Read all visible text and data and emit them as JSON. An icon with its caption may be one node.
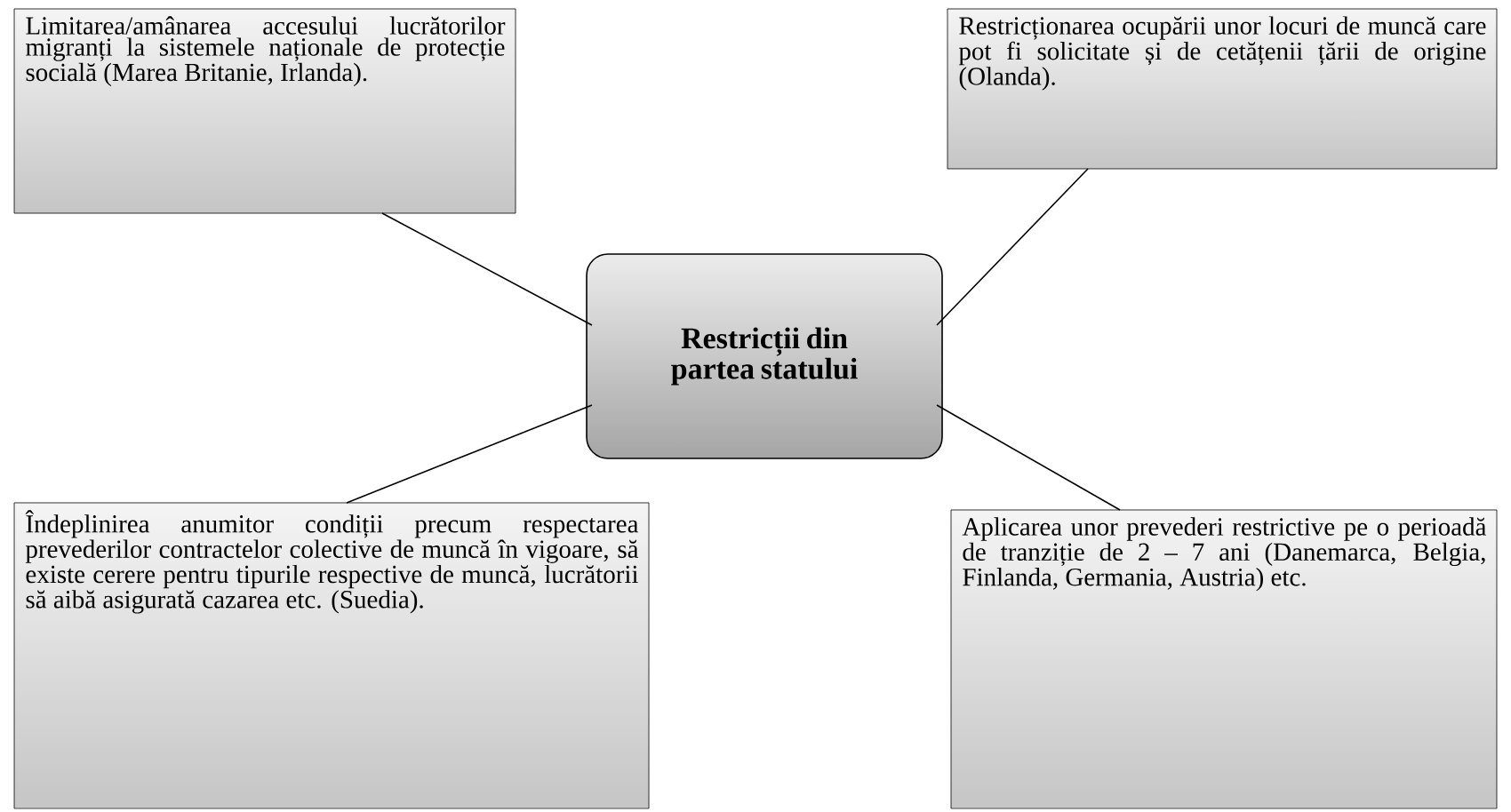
{
  "diagram": {
    "nodes": [
      {
        "text": [
          "Limitarea/amânarea accesului lucrătorilor migranți la sistemele naționale de protecție socială (Marea Britanie, Irlanda)."
        ]
      },
      {
        "text": [
          "Restricții din partea statului"
        ]
      },
      {
        "text": [
          "Restricționarea ocupării unor locuri de muncă care pot fi solicitate și de cetățenii țării de origine (Olanda)."
        ]
      },
      {
        "text": [
          "Îndeplinirea anumitor condiții precum respectarea prevederilor contractelor colective de muncă în vigoare, să existe cerere pentru tipurile respective de muncă, lucrătorii să aibă asigurată cazarea etc. (Suedia)."
        ]
      },
      {
        "text": [
          "Aplicarea unor prevederi restrictive pe o perioadă de tranziție de 2 – 7 ani (Danemarca, Belgia, Finlanda, Germania, Austria) etc."
        ]
      }
    ],
    "edges": [
      {
        "from": 1,
        "to": 0,
        "arrow": "none"
      },
      {
        "from": 1,
        "to": 2,
        "arrow": "none"
      },
      {
        "from": 1,
        "to": 3,
        "arrow": "none"
      },
      {
        "from": 1,
        "to": 4,
        "arrow": "none"
      }
    ]
  }
}
